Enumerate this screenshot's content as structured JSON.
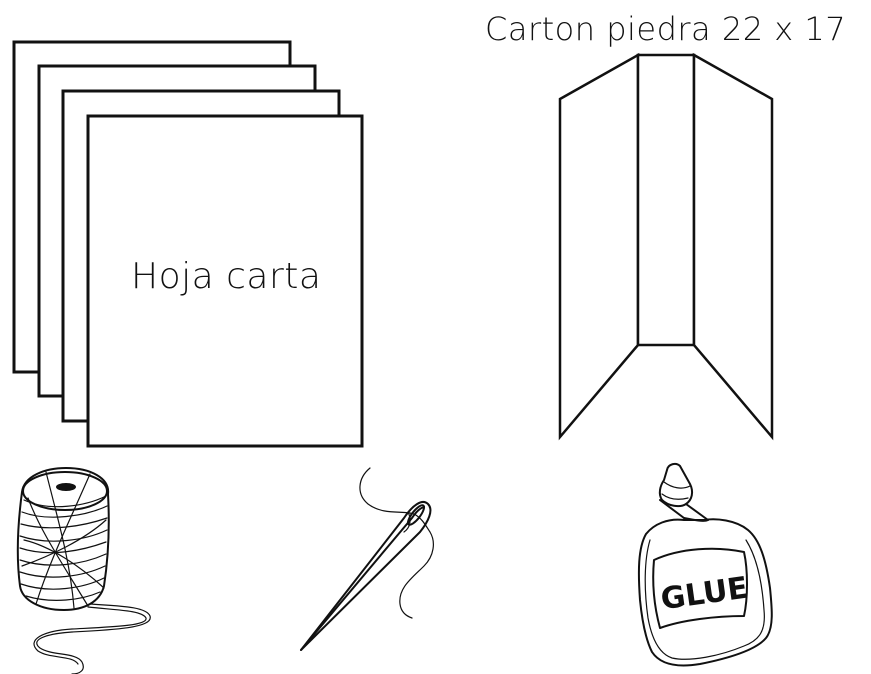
{
  "items": {
    "paper": {
      "label": "Hoja carta",
      "icon": "paper-stack-icon"
    },
    "cardboard": {
      "label": "Carton piedra 22 x 17",
      "icon": "folded-cardboard-icon"
    },
    "thread": {
      "icon": "thread-spool-icon"
    },
    "needle": {
      "icon": "needle-icon"
    },
    "glue": {
      "label": "GLUE",
      "icon": "glue-bottle-icon"
    }
  },
  "colors": {
    "ink": "#111111",
    "background": "#ffffff"
  }
}
